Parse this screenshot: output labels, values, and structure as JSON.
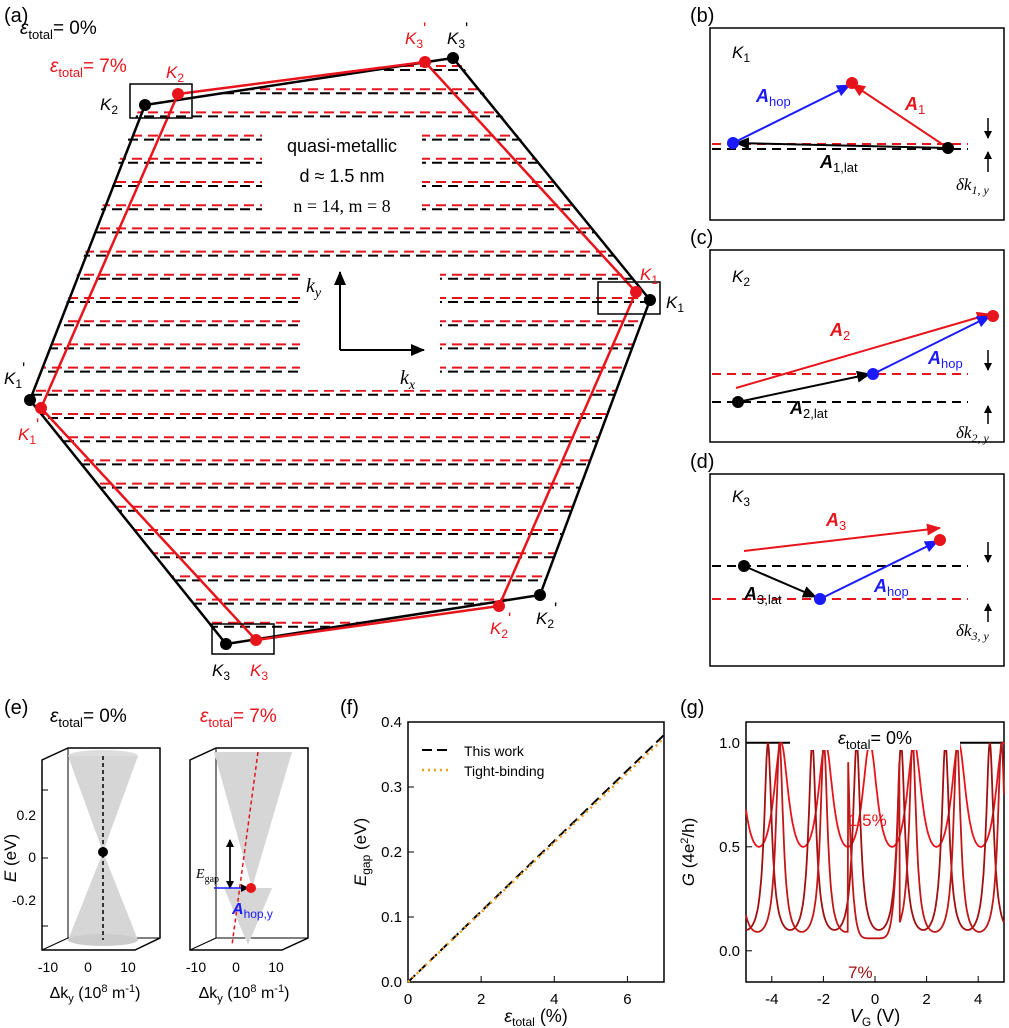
{
  "colors": {
    "unstrained": "#000000",
    "strained": "#e8141b",
    "hop": "#1a1aff",
    "tb": "#f0a020",
    "cone": "#cccccc",
    "dark_red": "#a01010"
  },
  "panel_a": {
    "label": "(a)",
    "eps0": "= 0%",
    "eps7": "= 7%",
    "eps_sym": "ε",
    "eps_sub": "total",
    "desc1": "quasi-metallic",
    "desc2": "d ≈ 1.5 nm",
    "desc3": "n = 14, m = 8",
    "kx": "k",
    "kx_sub": "x",
    "ky": "k",
    "ky_sub": "y",
    "vertices": {
      "K1": "K",
      "K1_sub": "1",
      "K2_sub": "2",
      "K3_sub": "3",
      "prime": "'"
    }
  },
  "panel_b": {
    "label": "(b)",
    "K": "K",
    "K_sub": "1",
    "A": "A",
    "hop_sub": "hop",
    "A_sub": "1",
    "lat_sub": "1,lat",
    "dk": "δk",
    "dk_sub": "1, y"
  },
  "panel_c": {
    "label": "(c)",
    "K": "K",
    "K_sub": "2",
    "A": "A",
    "hop_sub": "hop",
    "A_sub": "2",
    "lat_sub": "2,lat",
    "dk": "δk",
    "dk_sub": "2, y"
  },
  "panel_d": {
    "label": "(d)",
    "K": "K",
    "K_sub": "3",
    "A": "A",
    "hop_sub": "hop",
    "A_sub": "3",
    "lat_sub": "3,lat",
    "dk": "δk",
    "dk_sub": "3, y"
  },
  "panel_e": {
    "label": "(e)",
    "title0": "= 0%",
    "title7": "= 7%",
    "ylabel": "E",
    "ylabel_unit": "(eV)",
    "yticks": [
      "0.2",
      "0",
      "-0.2"
    ],
    "xticks": [
      "-10",
      "0",
      "10"
    ],
    "xlabel": "Δk",
    "xlabel_sub": "y",
    "xlabel_unit": "(10",
    "xlabel_exp": "8",
    "xlabel_unit2": " m",
    "xlabel_exp2": "-1",
    "xlabel_close": ")",
    "egap": "E",
    "egap_sub": "gap",
    "ahop": "A",
    "ahop_sub": "hop,y"
  },
  "panel_f": {
    "label": "(f)",
    "ylabel": "E",
    "ylabel_sub": "gap",
    "ylabel_unit": "(eV)",
    "xlabel": "ε",
    "xlabel_sub": "total",
    "xlabel_unit": "(%)",
    "legend": [
      "This work",
      "Tight-binding"
    ]
  },
  "panel_g": {
    "label": "(g)",
    "title": "= 0%",
    "ylabel": "G",
    "ylabel_unit": "(4e",
    "ylabel_exp": "2",
    "ylabel_close": "/h)",
    "xlabel": "V",
    "xlabel_sub": "G",
    "xlabel_unit": "(V)",
    "annot_15": "1.5%",
    "annot_7": "7%"
  },
  "chart_data": [
    {
      "type": "line",
      "panel": "f",
      "xlabel": "ε_total (%)",
      "ylabel": "E_gap (eV)",
      "xlim": [
        0,
        7
      ],
      "ylim": [
        0,
        0.4
      ],
      "xticks": [
        0,
        2,
        4,
        6
      ],
      "yticks": [
        0.0,
        0.1,
        0.2,
        0.3,
        0.4
      ],
      "legend_position": "top-left",
      "series": [
        {
          "name": "This work",
          "x": [
            0,
            7
          ],
          "y": [
            0,
            0.38
          ],
          "style": "dashed"
        },
        {
          "name": "Tight-binding",
          "x": [
            0,
            7
          ],
          "y": [
            0,
            0.375
          ],
          "style": "dotted"
        }
      ]
    },
    {
      "type": "line",
      "panel": "g",
      "xlabel": "V_G (V)",
      "ylabel": "G (4e²/h)",
      "xlim": [
        -5,
        5
      ],
      "ylim": [
        -0.15,
        1.1
      ],
      "xticks": [
        -4,
        -2,
        0,
        2,
        4
      ],
      "yticks": [
        0.0,
        0.5,
        1.0
      ],
      "series": [
        {
          "name": "0%",
          "x": [
            -5,
            5
          ],
          "y": [
            1.0,
            1.0
          ]
        },
        {
          "name": "1.5%",
          "period": 1.72,
          "min": 0.0,
          "max": 1.0
        },
        {
          "name": "7%",
          "period": 1.72,
          "min": 0.0,
          "max": 1.0,
          "gap_center": -0.1
        }
      ]
    }
  ]
}
